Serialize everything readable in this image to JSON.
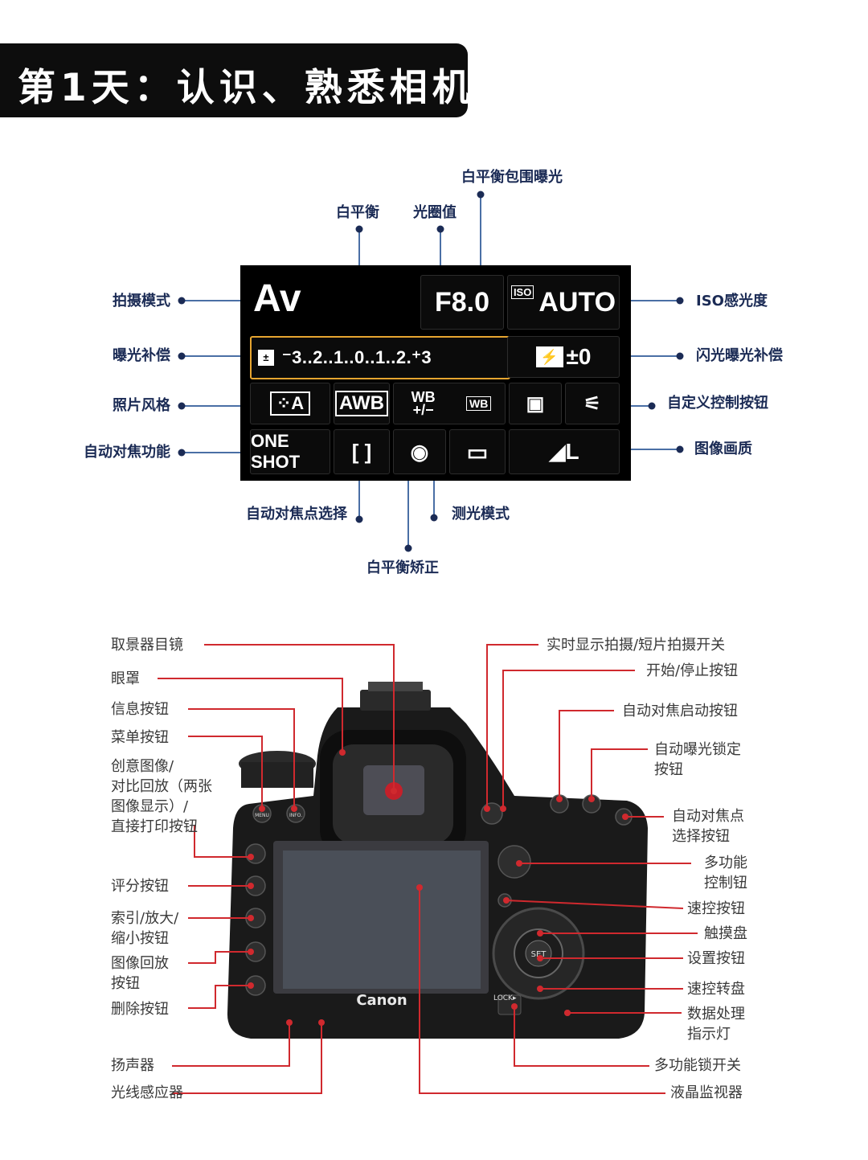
{
  "title": "第1天：认识、熟悉相机",
  "lcd": {
    "mode": "Av",
    "aperture": "F8.0",
    "iso_badge": "ISO",
    "iso": "AUTO",
    "exposure_scale": "⁻3..2..1..0..1..2.⁺3",
    "flash_comp": "±0",
    "awb": "AWB",
    "wb_shift": "WB +/−",
    "wb_bkt": "WB",
    "af_mode": "ONE SHOT",
    "quality": "L"
  },
  "lcd_labels": {
    "shooting_mode": "拍摄模式",
    "exposure_comp": "曝光补偿",
    "picture_style": "照片风格",
    "af_function": "自动对焦功能",
    "white_balance": "白平衡",
    "aperture": "光圈值",
    "wb_bracketing": "白平衡包围曝光",
    "iso": "ISO感光度",
    "flash_comp": "闪光曝光补偿",
    "custom_controls": "自定义控制按钮",
    "image_quality": "图像画质",
    "af_point": "自动对焦点选择",
    "metering": "测光模式",
    "wb_correction": "白平衡矫正"
  },
  "camera": {
    "brand": "Canon",
    "lock_label": "LOCK▸",
    "set_label": "SET",
    "menu_label": "MENU",
    "info_label": "INFO.",
    "left_labels": [
      "取景器目镜",
      "眼罩",
      "信息按钮",
      "菜单按钮",
      "创意图像/",
      "对比回放（两张",
      "图像显示）/",
      "直接打印按钮",
      "评分按钮",
      "索引/放大/",
      "缩小按钮",
      "图像回放",
      "按钮",
      "删除按钮",
      "扬声器",
      "光线感应器"
    ],
    "right_labels": [
      "实时显示拍摄/短片拍摄开关",
      "开始/停止按钮",
      "自动对焦启动按钮",
      "自动曝光锁定",
      "按钮",
      "自动对焦点",
      "选择按钮",
      "多功能",
      "控制钮",
      "速控按钮",
      "触摸盘",
      "设置按钮",
      "速控转盘",
      "数据处理",
      "指示灯",
      "多功能锁开关",
      "液晶监视器"
    ]
  },
  "colors": {
    "navy": "#1b2b55",
    "line_blue": "#4a6fa5",
    "line_red": "#d0292e",
    "amber": "#e6a530"
  }
}
